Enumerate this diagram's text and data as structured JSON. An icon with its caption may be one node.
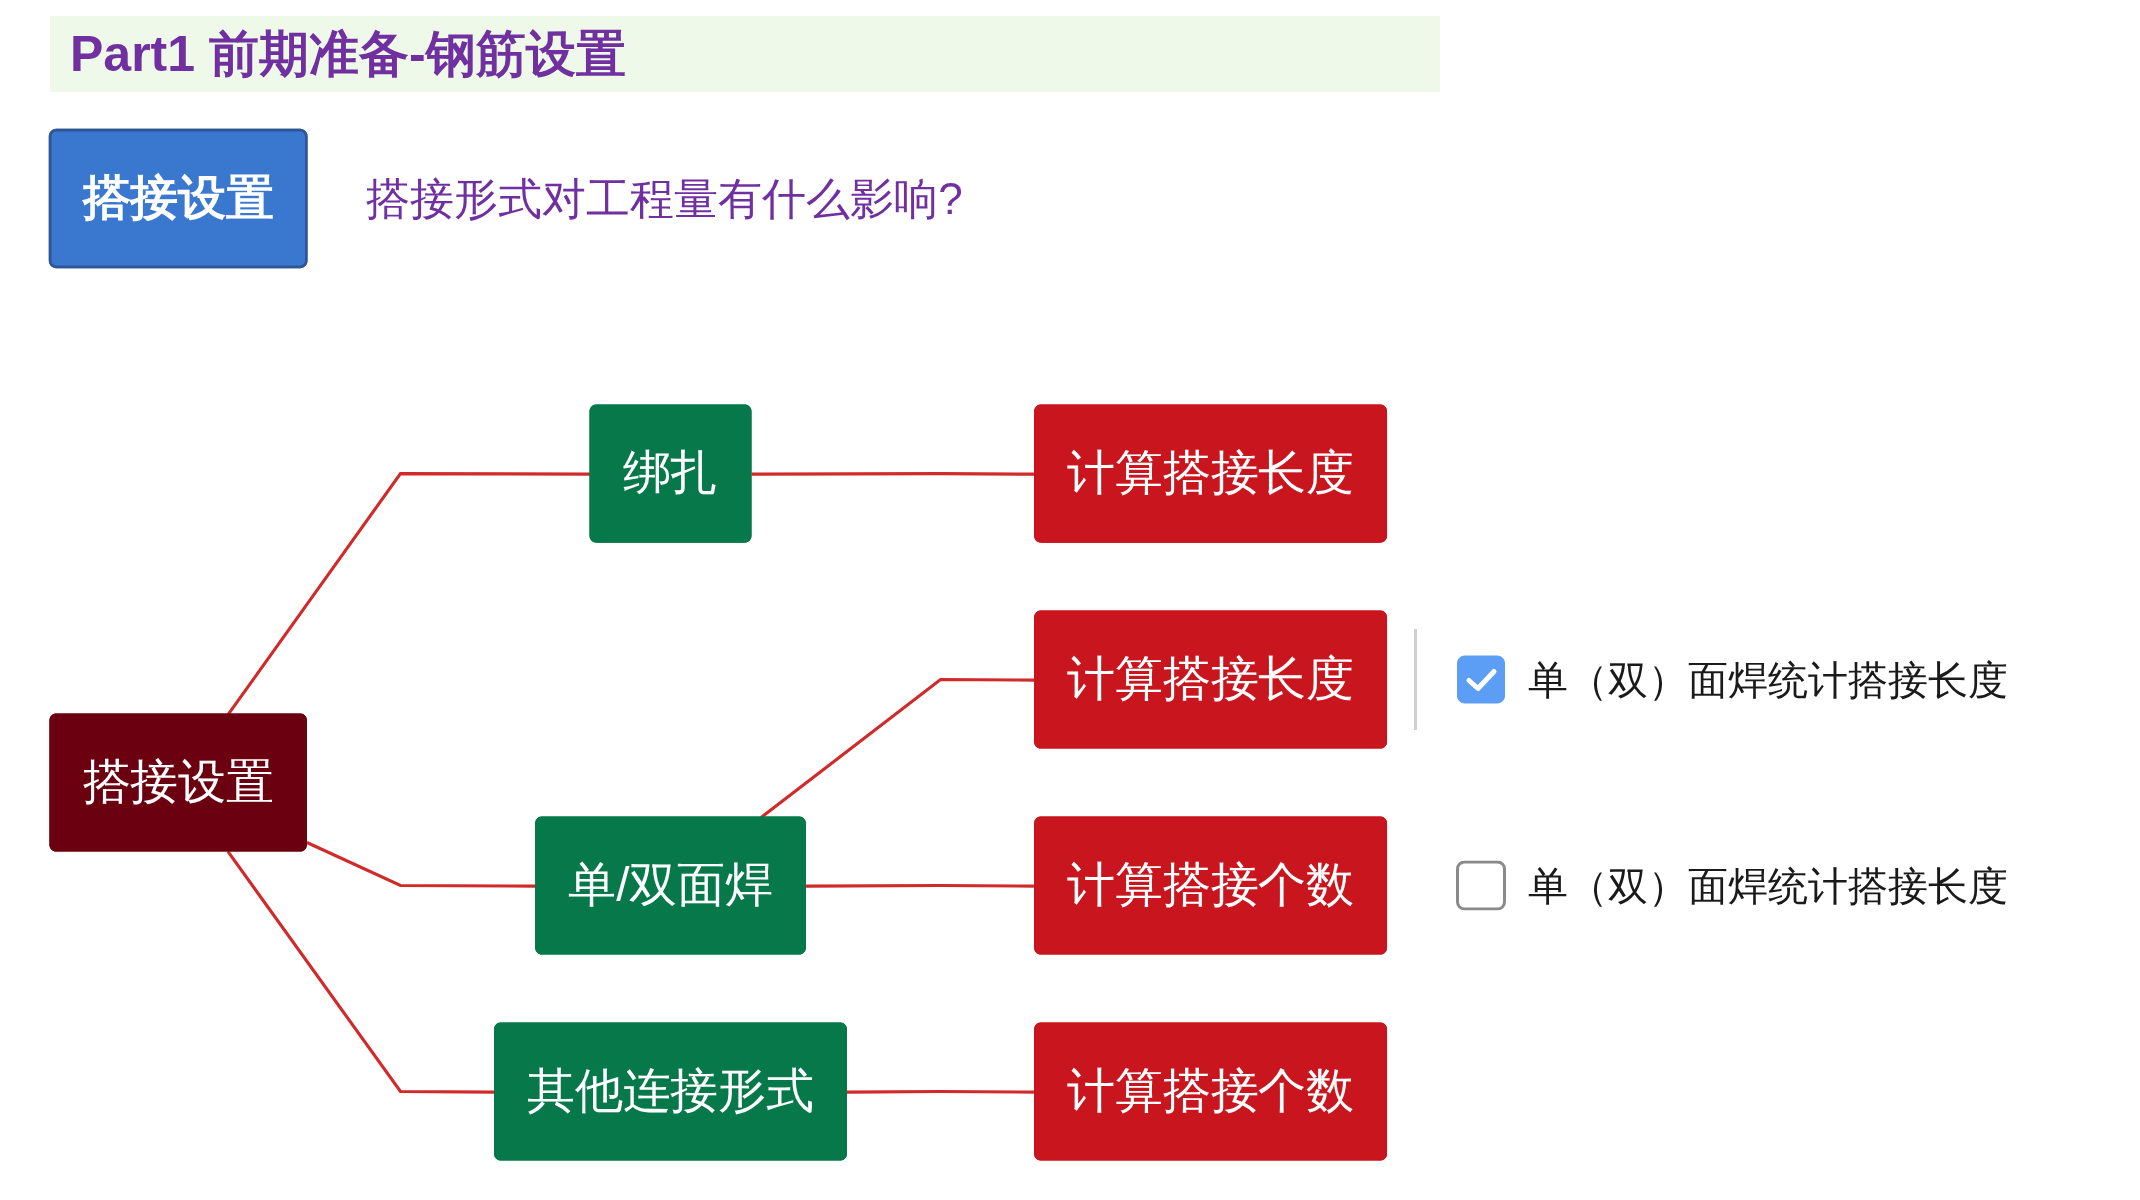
{
  "diagram": {
    "title": "Part1 前期准备-钢筋设置",
    "nodes": [
      {
        "text": [
          "搭接设置"
        ]
      },
      {
        "text": [
          "搭接设置"
        ]
      },
      {
        "text": [
          "绑扎"
        ]
      },
      {
        "text": [
          "单/双面焊"
        ]
      },
      {
        "text": [
          "其他连接形式"
        ]
      },
      {
        "text": [
          "计算搭接长度"
        ]
      },
      {
        "text": [
          "计算搭接长度"
        ]
      },
      {
        "text": [
          "计算搭接个数"
        ]
      },
      {
        "text": [
          "计算搭接个数"
        ]
      }
    ],
    "edges": [
      {
        "from": 1,
        "to": 2,
        "arrow": "none"
      },
      {
        "from": 1,
        "to": 3,
        "arrow": "none"
      },
      {
        "from": 1,
        "to": 4,
        "arrow": "none"
      },
      {
        "from": 2,
        "to": 5,
        "arrow": "none"
      },
      {
        "from": 3,
        "to": 6,
        "arrow": "none"
      },
      {
        "from": 3,
        "to": 7,
        "arrow": "none"
      },
      {
        "from": 4,
        "to": 8,
        "arrow": "none"
      }
    ],
    "labels": [
      "搭接形式对工程量有什么影响?",
      "单（双）面焊统计搭接长度",
      "单（双）面焊统计搭接长度"
    ]
  }
}
